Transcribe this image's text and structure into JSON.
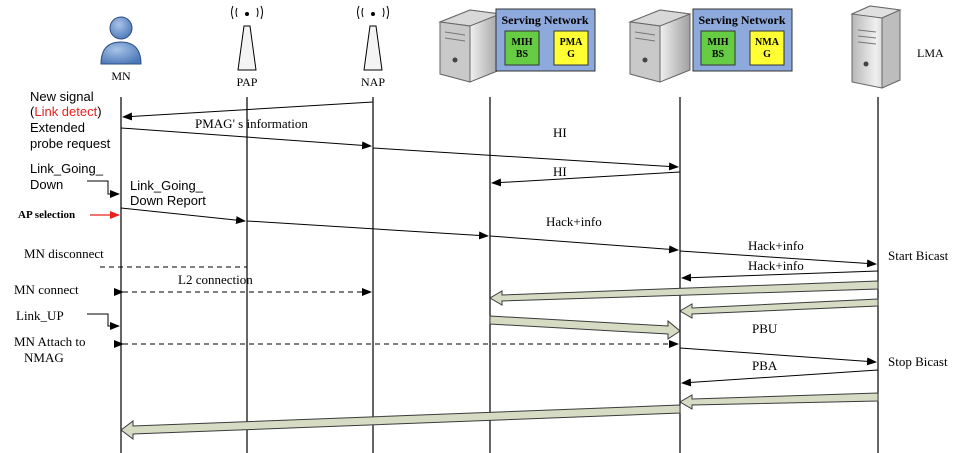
{
  "entities": {
    "mn": "MN",
    "pap": "PAP",
    "nap": "NAP",
    "lma": "LMA"
  },
  "serving_networks": [
    {
      "title": "Serving Network",
      "box1_line1": "MIH",
      "box1_line2": "BS",
      "box2_line1": "PMA",
      "box2_line2": "G",
      "box2_color": "#ffff33"
    },
    {
      "title": "Serving Network",
      "box1_line1": "MIH",
      "box1_line2": "BS",
      "box2_line1": "NMA",
      "box2_line2": "G",
      "box2_color": "#ffff33"
    }
  ],
  "colors": {
    "sn_header": "#8ea9db",
    "mih_box": "#66cc44",
    "pmag_box": "#ffff33",
    "fat_arrow_fill": "#d6dcc4",
    "ap_selection_red": "#e82020",
    "link_detect_red": "#e82020"
  },
  "left_labels": {
    "new_signal": "New signal",
    "link_detect_open": "(",
    "link_detect": "Link detect",
    "link_detect_close": ")",
    "extended": "Extended",
    "probe_request": "probe request",
    "link_going_1": "Link_Going_",
    "link_going_2": "Down",
    "ap_selection": "AP selection",
    "mn_disconnect": "MN disconnect",
    "mn_connect": "MN connect",
    "link_up": "Link_UP",
    "mn_attach_1": "MN Attach to",
    "mn_attach_2": "NMAG"
  },
  "messages": {
    "pmag_info": "PMAG' s information",
    "hi_1": "HI",
    "hi_2": "HI",
    "lgd_report_1": "Link_Going_",
    "lgd_report_2": "Down Report",
    "hack_info_1": "Hack+info",
    "hack_info_2": "Hack+info",
    "hack_info_3": "Hack+info",
    "l2_connection": "L2 connection",
    "pbu": "PBU",
    "pba": "PBA"
  },
  "right_labels": {
    "start_bicast": "Start Bicast",
    "stop_bicast": "Stop Bicast"
  }
}
